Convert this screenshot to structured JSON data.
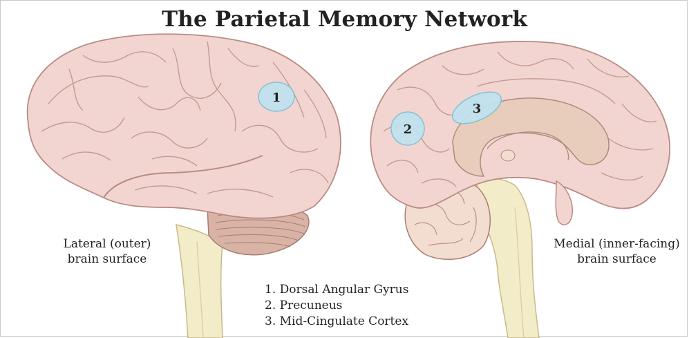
{
  "title": "The Parietal Memory Network",
  "captions": {
    "lateral_line1": "Lateral (outer)",
    "lateral_line2": "brain surface",
    "medial_line1": "Medial (inner-facing)",
    "medial_line2": "brain surface"
  },
  "regions": [
    {
      "number": "1",
      "name": "Dorsal Angular Gyrus"
    },
    {
      "number": "2",
      "name": "Precuneus"
    },
    {
      "number": "3",
      "name": "Mid-Cingulate Cortex"
    }
  ],
  "legend": [
    "1. Dorsal Angular Gyrus",
    "2. Precuneus",
    "3. Mid-Cingulate Cortex"
  ],
  "colors": {
    "cortex": "#f2d5d0",
    "cortex_line": "#b98a84",
    "region_fill": "#bfe3ef",
    "brainstem": "#f3ecc8",
    "cerebellum": "#d9b4a6",
    "corpus": "#e8cdbd"
  }
}
